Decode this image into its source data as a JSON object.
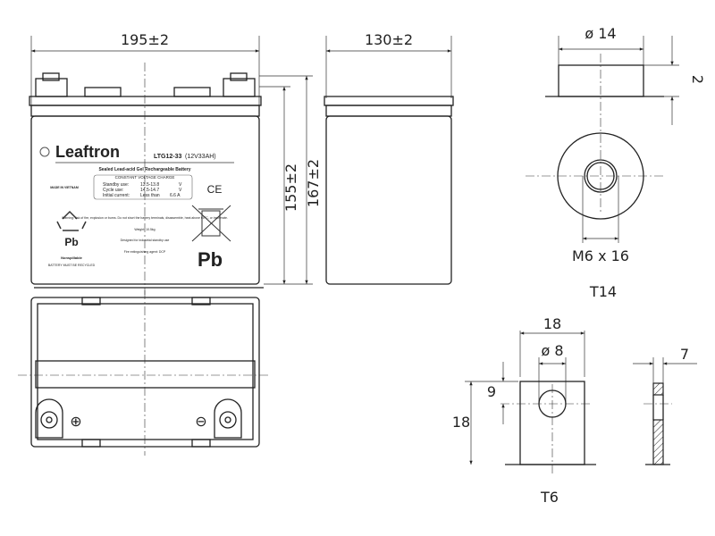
{
  "dimensions": {
    "length": "195±2",
    "width": "130±2",
    "height_case": "155±2",
    "height_total": "167±2"
  },
  "label": {
    "brand": "Leaftron",
    "model": "LTG12-33",
    "rating": "(12V33AH)",
    "type": "Sealed Lead-acid Gel Rechargeable Battery",
    "charge_header": "CONSTANT VOLTAGE CHARGE",
    "standby_label": "Standby use:",
    "standby_value": "13.5-13.8",
    "cycle_label": "Cycle use:",
    "cycle_value": "14.5-14.7",
    "current_label": "Initial current:",
    "current_value": "Less than",
    "current_amount": "6.6 A",
    "volt_unit": "V",
    "made_in": "MADE IN VIETNAM",
    "ce": "CE",
    "pb": "Pb",
    "nonspillable": "Nonspillable",
    "recycle": "BATTERY MUST BE RECYCLED",
    "warning": "Warning: risk of fire, explosion or burns. Do not short the battery terminals, disassemble, heat above 60°C, or incinerate.",
    "weight": "Weight: 10.5kg",
    "designed": "Designed for industrial standby use",
    "fire": "Fire extinguishing agent: DCP"
  },
  "terminal_t14": {
    "name": "T14",
    "diameter": "ø 14",
    "height": "2",
    "thread": "M6 x 16"
  },
  "terminal_t6": {
    "name": "T6",
    "width": "18",
    "hole": "ø 8",
    "hole_offset": "9",
    "height": "18",
    "thickness": "7"
  }
}
